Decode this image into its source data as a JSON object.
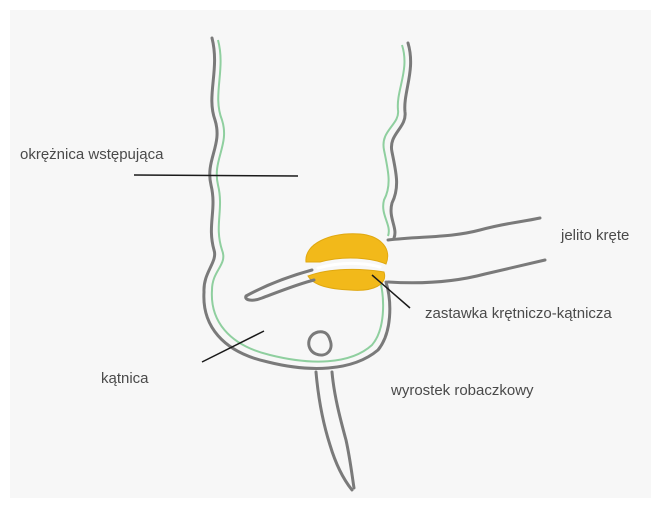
{
  "labels": {
    "ascending_colon": "okrężnica wstępująca",
    "ileum": "jelito kręte",
    "ileocecal_valve": "zastawka krętniczo-kątnicza",
    "cecum": "kątnica",
    "appendix": "wyrostek robaczkowy"
  },
  "colors": {
    "outline_gray": "#7a7a7a",
    "outline_green": "#8fcf9f",
    "valve_fill": "#f2b91a",
    "leader_line": "#1a1a1a",
    "panel_background": "#f7f7f7"
  }
}
